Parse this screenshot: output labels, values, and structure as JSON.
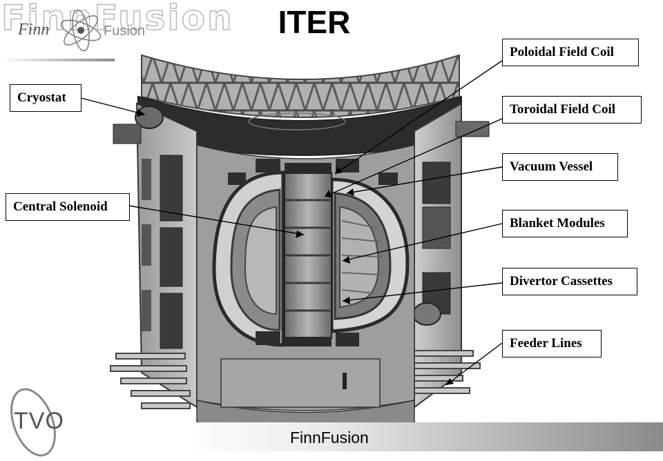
{
  "header": {
    "watermark": "FinnFusion",
    "logo_finn": "Finn",
    "logo_fusion": "Fusion",
    "logo_icon": "atom-icon"
  },
  "title": "ITER",
  "callouts": {
    "cryostat": "Cryostat",
    "central_solenoid": "Central Solenoid",
    "poloidal_field_coil": "Poloidal Field Coil",
    "toroidal_field_coil": "Toroidal Field Coil",
    "vacuum_vessel": "Vacuum Vessel",
    "blanket_modules": "Blanket Modules",
    "divertor_cassettes": "Divertor Cassettes",
    "feeder_lines": "Feeder Lines"
  },
  "footer": {
    "text": "FinnFusion",
    "tvo_logo": "TVO"
  },
  "colors": {
    "background": "#ffffff",
    "machine_dark": "#3a3a3a",
    "machine_mid": "#8c8c8c",
    "machine_light": "#c4c4c4",
    "callout_border": "#000000"
  }
}
